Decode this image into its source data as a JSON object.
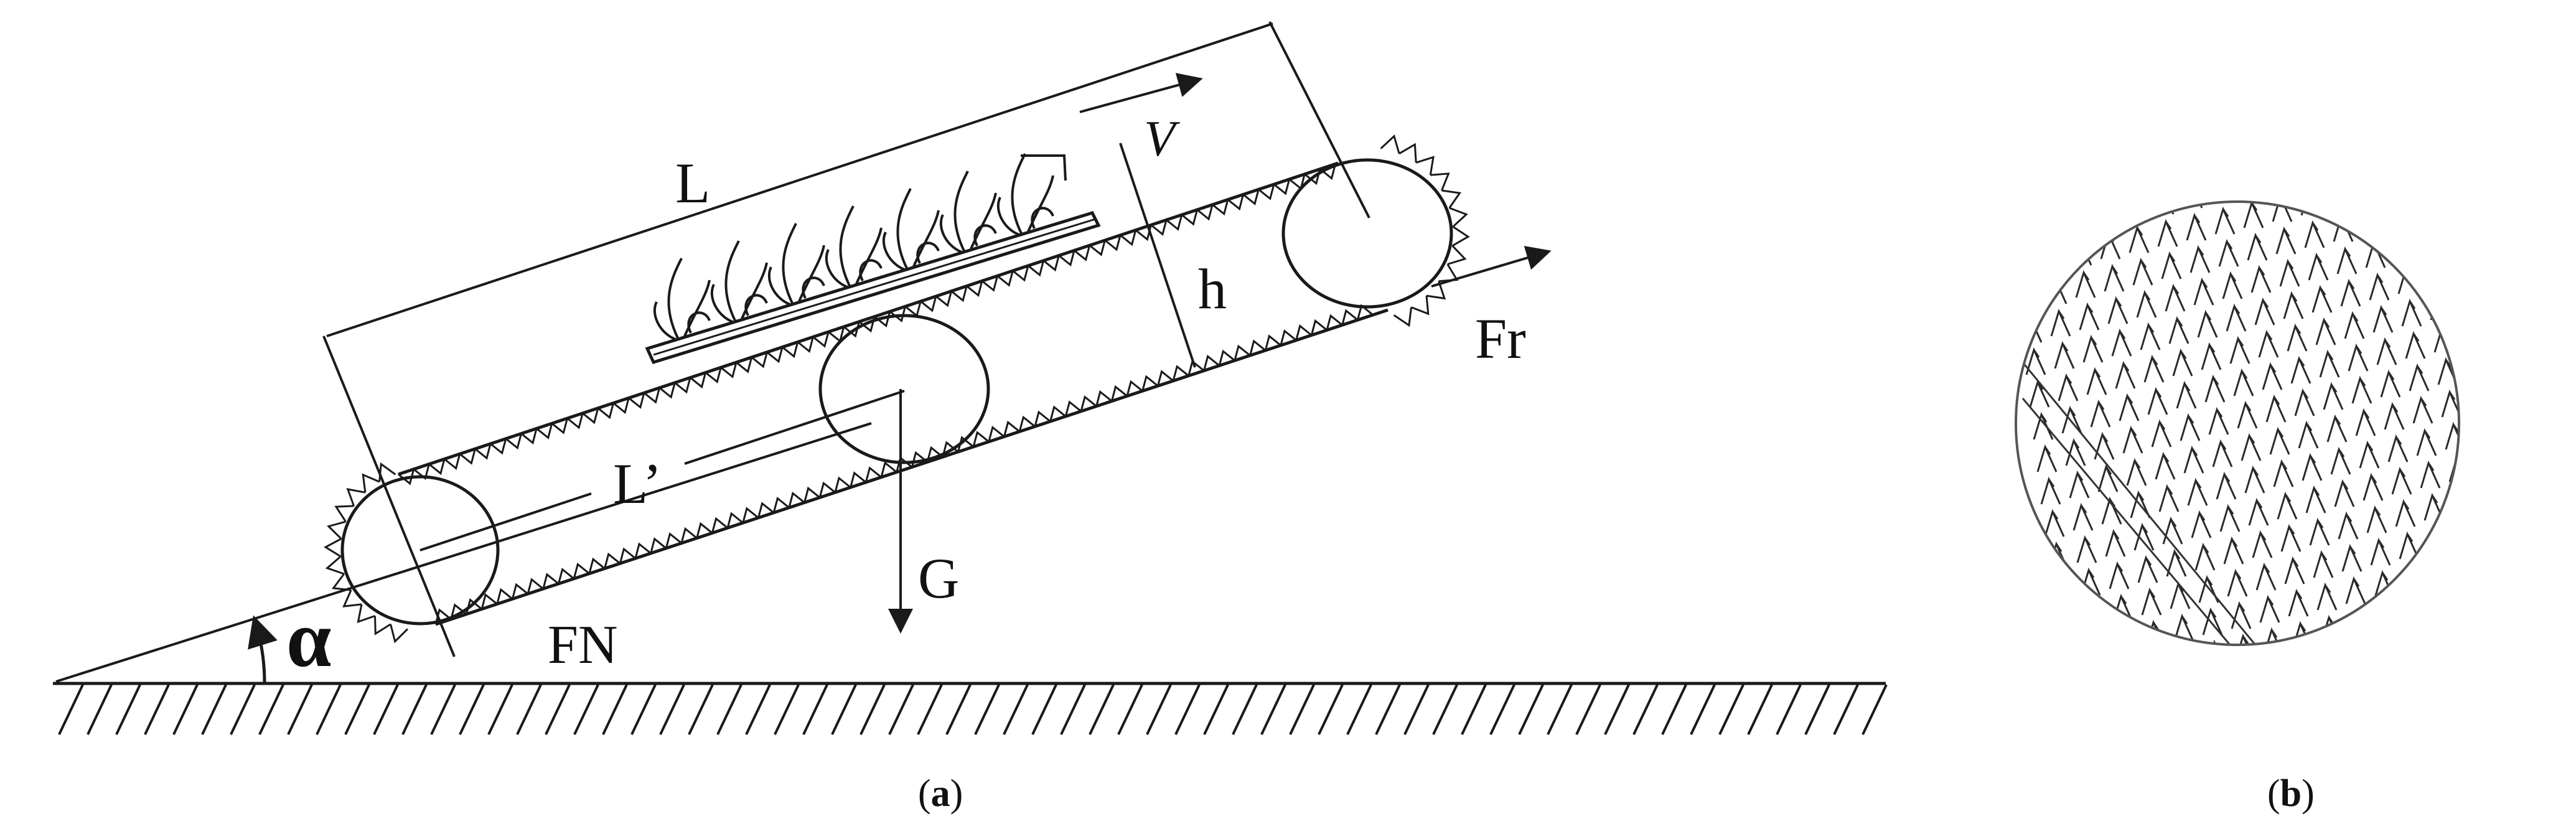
{
  "panel_a": {
    "caption_open": "(",
    "caption_letter": "a",
    "caption_close": ")",
    "labels": {
      "belt_length": "L",
      "inner_length": "L’",
      "velocity": "V",
      "height": "h",
      "friction": "Fr",
      "normal_force": "FN",
      "gravity": "G",
      "angle": "α"
    }
  },
  "panel_b": {
    "caption_open": "(",
    "caption_letter": "b",
    "caption_close": ")"
  }
}
